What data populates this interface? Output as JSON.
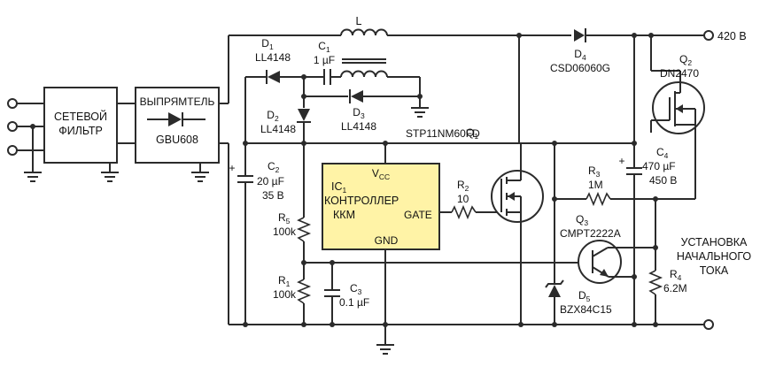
{
  "colors": {
    "wire": "#2b2b2b",
    "controller_fill": "#fff3a6",
    "background": "#ffffff"
  },
  "blocks": {
    "mains_filter": {
      "line1": "СЕТЕВОЙ",
      "line2": "ФИЛЬТР"
    },
    "rectifier": {
      "title": "ВЫПРЯМТЕЛЬ",
      "part": "GBU608"
    },
    "controller": {
      "ref": "IC",
      "ref_sub": "1",
      "line1": "КОНТРОЛЛЕР",
      "line2": "ККМ",
      "vcc": "V",
      "vcc_sub": "CC",
      "gate": "GATE",
      "gnd": "GND"
    }
  },
  "components": {
    "L": {
      "ref": "L"
    },
    "D1": {
      "ref": "D",
      "sub": "1",
      "part": "LL4148"
    },
    "C1": {
      "ref": "C",
      "sub": "1",
      "value": "1 µF"
    },
    "D2": {
      "ref": "D",
      "sub": "2",
      "part": "LL4148"
    },
    "D3": {
      "ref": "D",
      "sub": "3",
      "part": "LL4148"
    },
    "D4": {
      "ref": "D",
      "sub": "4",
      "part": "CSD06060G"
    },
    "Q1": {
      "ref": "Q",
      "sub": "1",
      "part": "STP11NM60FD"
    },
    "Q2": {
      "ref": "Q",
      "sub": "2",
      "part": "DN2470"
    },
    "Q3": {
      "ref": "Q",
      "sub": "3",
      "part": "CMPT2222A"
    },
    "C2": {
      "ref": "C",
      "sub": "2",
      "value": "20 µF",
      "voltage": "35 В",
      "polarity": "+"
    },
    "C3": {
      "ref": "C",
      "sub": "3",
      "value": "0.1 µF"
    },
    "C4": {
      "ref": "C",
      "sub": "4",
      "value": "470 µF",
      "voltage": "450 В",
      "polarity": "+"
    },
    "R1": {
      "ref": "R",
      "sub": "1",
      "value": "100k"
    },
    "R2": {
      "ref": "R",
      "sub": "2",
      "value": "10"
    },
    "R3": {
      "ref": "R",
      "sub": "3",
      "value": "1M"
    },
    "R4": {
      "ref": "R",
      "sub": "4",
      "value": "6.2M"
    },
    "R5": {
      "ref": "R",
      "sub": "5",
      "value": "100k"
    },
    "D5": {
      "ref": "D",
      "sub": "5",
      "part": "BZX84C15"
    }
  },
  "output": {
    "voltage": "420 В"
  },
  "annotation": {
    "line1": "УСТАНОВКА",
    "line2": "НАЧАЛЬНОГО",
    "line3": "ТОКА"
  }
}
